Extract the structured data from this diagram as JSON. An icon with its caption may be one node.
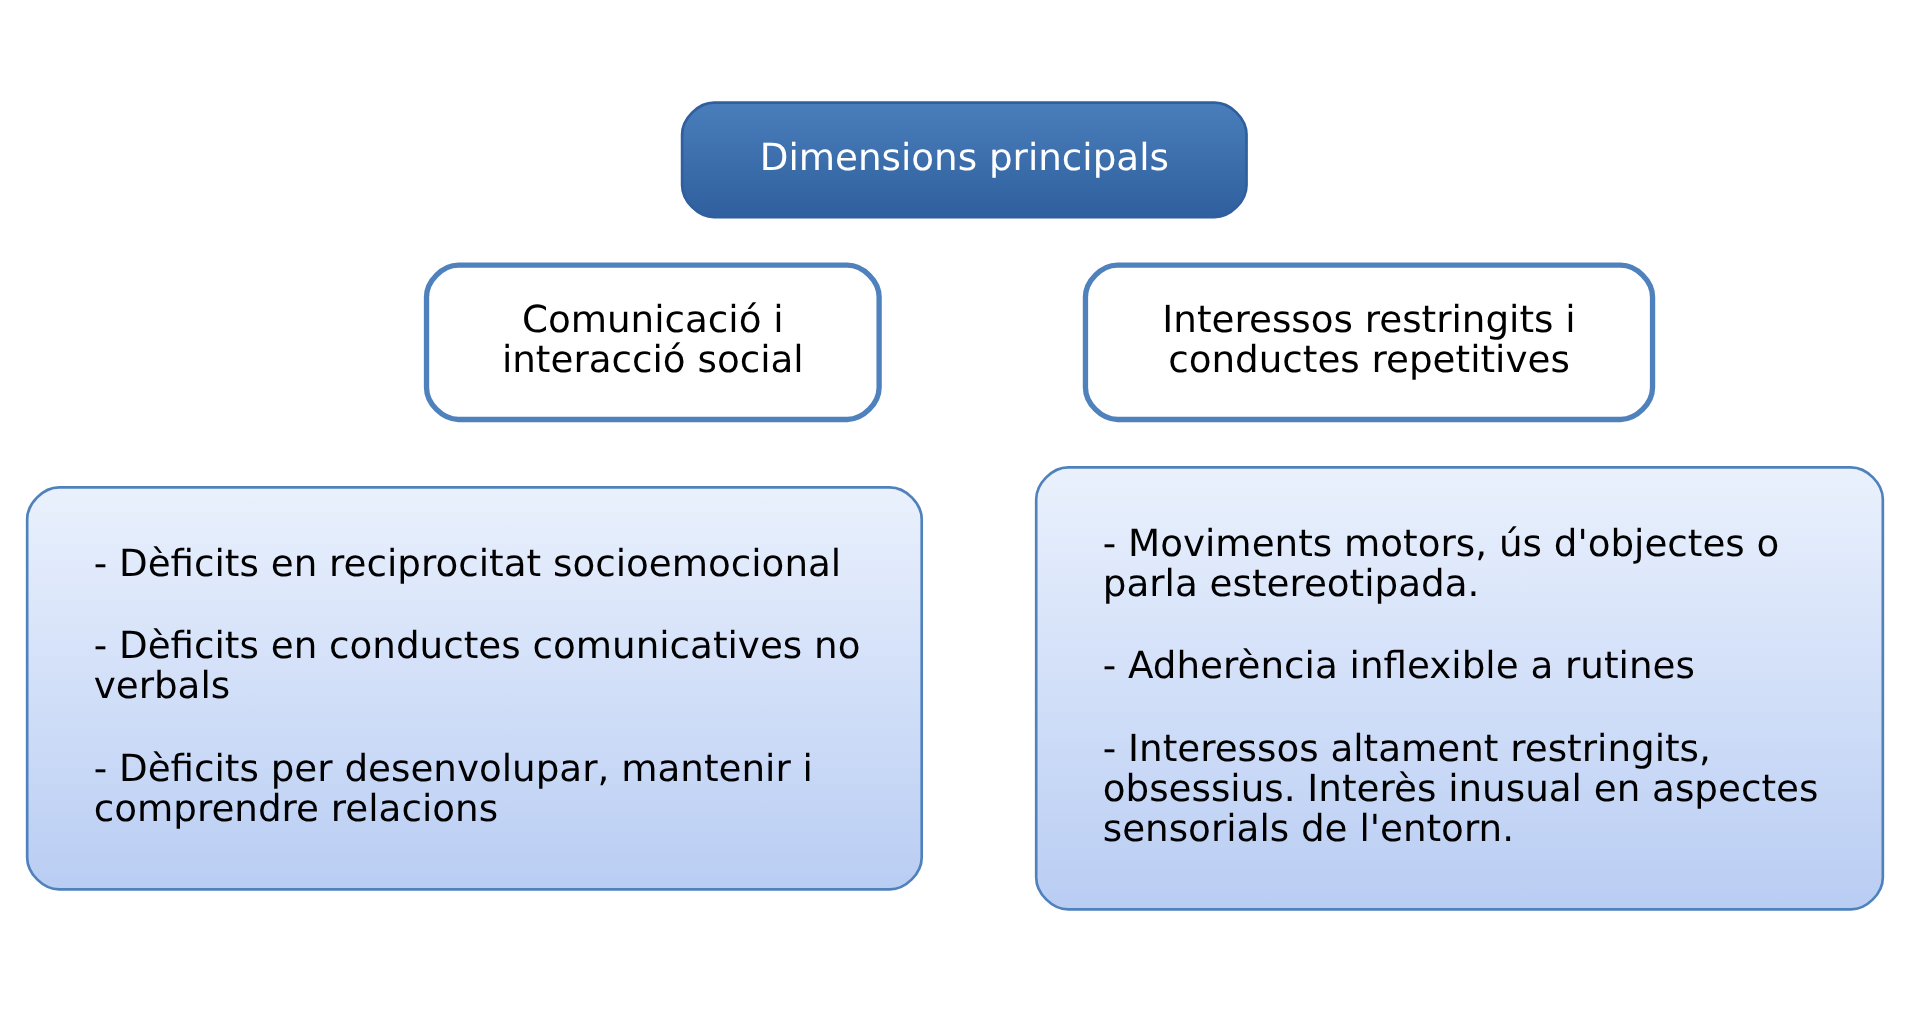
{
  "diagram": {
    "nodes": [
      {
        "text": [
          "Dimensions principals"
        ]
      },
      {
        "text": [
          "Comunicació i interacció social"
        ]
      },
      {
        "text": [
          "Interessos restringits i conductes repetitives"
        ]
      },
      {
        "text": [
          "- Dèficits en reciprocitat socioemocional",
          "- Dèficits en conductes comunicatives no verbals",
          "- Dèficits per desenvolupar, mantenir i comprendre relacions"
        ]
      },
      {
        "text": [
          "- Moviments motors, ús d'objectes o parla estereotipada.",
          "- Adherència inflexible a rutines",
          "- Interessos altament restringits, obsessius. Interès inusual en aspectes sensorials de l'entorn."
        ]
      }
    ]
  }
}
